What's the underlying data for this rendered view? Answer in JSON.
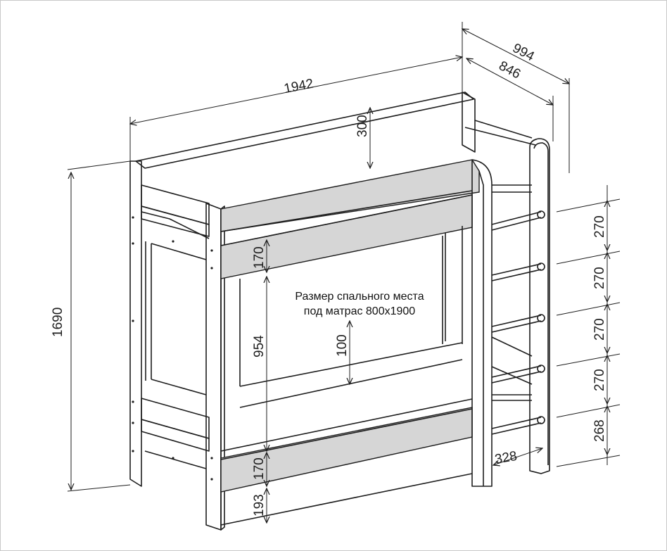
{
  "note": {
    "line1": "Размер спального места",
    "line2": "под матрас 800х1900"
  },
  "dimensions": {
    "length": "1942",
    "depth_total": "994",
    "depth_inner": "846",
    "height_total": "1690",
    "guard_height": "300",
    "rail_upper": "170",
    "rail_lower": "170",
    "clearance": "954",
    "inner_step": "100",
    "floor_gap": "193",
    "ladder_width": "328",
    "step_1": "270",
    "step_2": "270",
    "step_3": "270",
    "step_4": "270",
    "step_5": "268"
  },
  "colors": {
    "line": "#1e1e1e",
    "rail_fill": "#d6d6d6",
    "background": "#ffffff"
  }
}
